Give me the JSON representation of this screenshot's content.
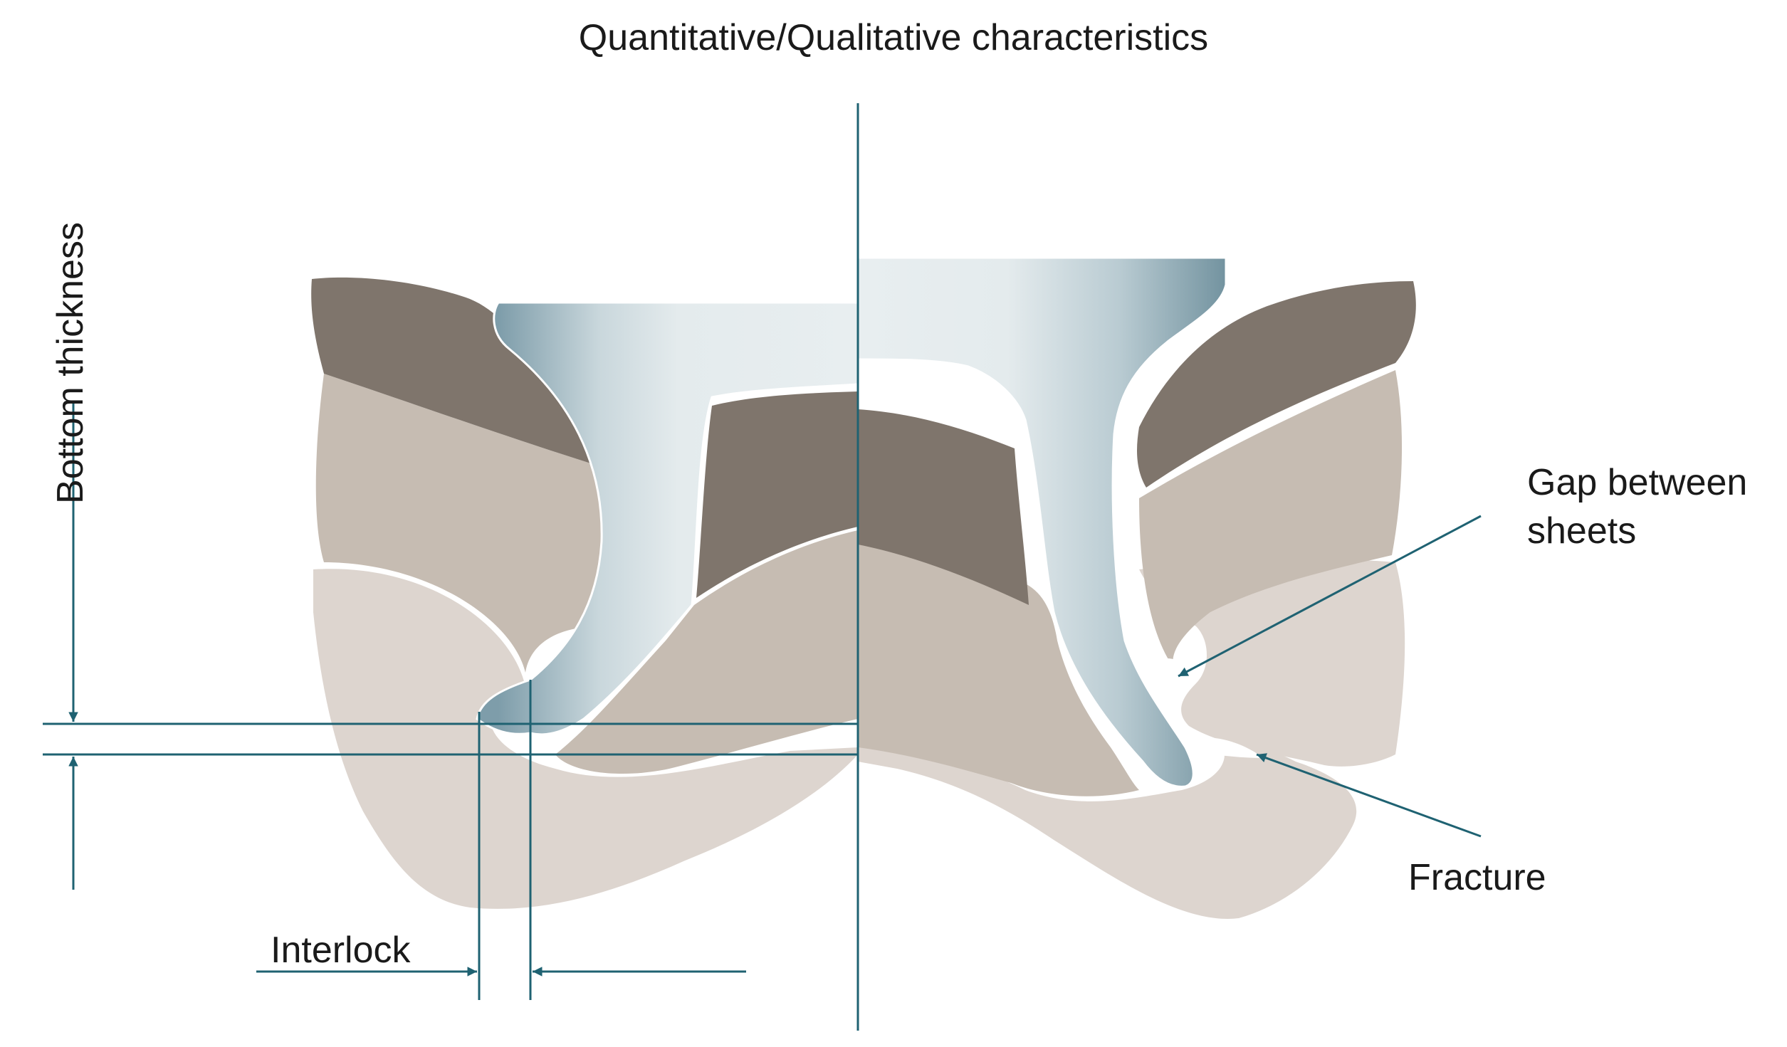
{
  "title": "Quantitative/Qualitative characteristics",
  "labels": {
    "bottom_thickness": "Bottom thickness",
    "gap_line1": "Gap between",
    "gap_line2": "sheets",
    "fracture": "Fracture",
    "interlock": "Interlock"
  },
  "colors": {
    "annotation": "#1f6272",
    "sheet_top": "#7f756c",
    "sheet_middle": "#c6bcb2",
    "sheet_bottom": "#ddd5cf",
    "rivet_light": "#e5ecee",
    "rivet_dark": "#8aa7b2",
    "text": "#1a1a1a"
  }
}
